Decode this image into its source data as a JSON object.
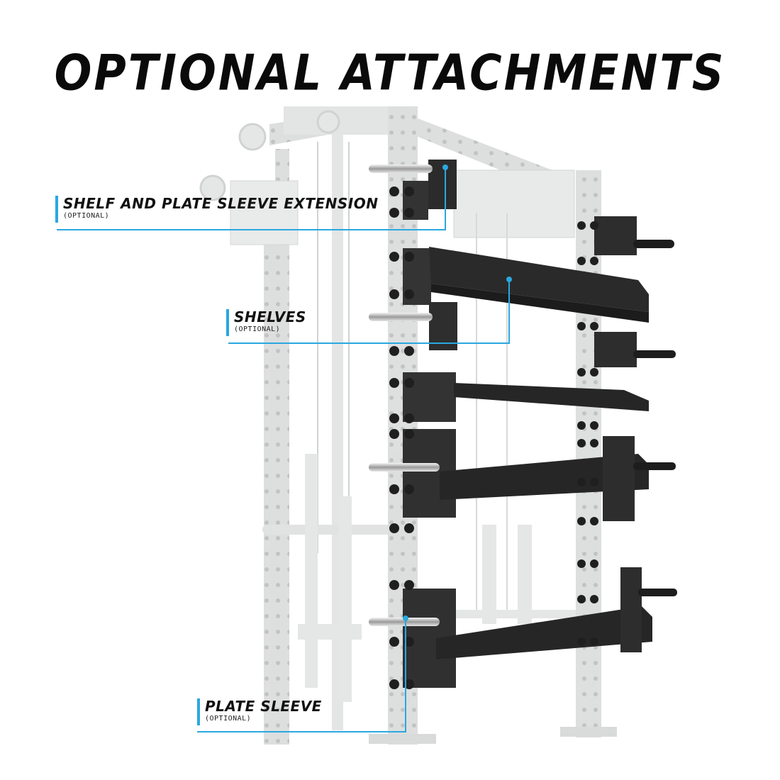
{
  "title": "OPTIONAL ATTACHMENTS",
  "colors": {
    "accent": "#2aa8e0",
    "frame": "#d9dadb",
    "steel": "#2b2b2b",
    "chrome": "#c8c8c8"
  },
  "callouts": {
    "extension": {
      "label": "SHELF AND PLATE SLEEVE EXTENSION",
      "sub": "(OPTIONAL)"
    },
    "shelves": {
      "label": "SHELVES",
      "sub": "(OPTIONAL)"
    },
    "sleeve": {
      "label": "PLATE SLEEVE",
      "sub": "(OPTIONAL)"
    }
  }
}
